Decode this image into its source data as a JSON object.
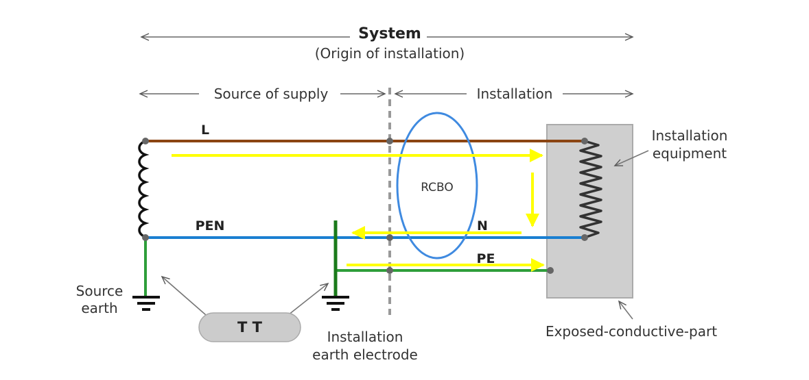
{
  "header": {
    "system_title": "System",
    "system_subtitle": "(Origin of installation)",
    "source_of_supply": "Source of supply",
    "installation": "Installation"
  },
  "conductors": {
    "line": "L",
    "pen": "PEN",
    "neutral": "N",
    "protective_earth": "PE"
  },
  "device": {
    "rcbo": "RCBO"
  },
  "equipment": {
    "installation_equipment_line1": "Installation",
    "installation_equipment_line2": "equipment",
    "exposed_conductive_part": "Exposed-conductive-part"
  },
  "earthing": {
    "source_earth_line1": "Source",
    "source_earth_line2": "earth",
    "tt_badge": "T T",
    "electrode_line1": "Installation",
    "electrode_line2": "earth electrode"
  },
  "colors": {
    "line_conductor": "#8B4513",
    "neutral_conductor": "#1a7fd1",
    "pe_conductor": "#2e9e3a",
    "current_arrow": "#ffff00",
    "rcbo_outline": "#3f8ae0",
    "equipment_fill": "#cfcfcf"
  }
}
